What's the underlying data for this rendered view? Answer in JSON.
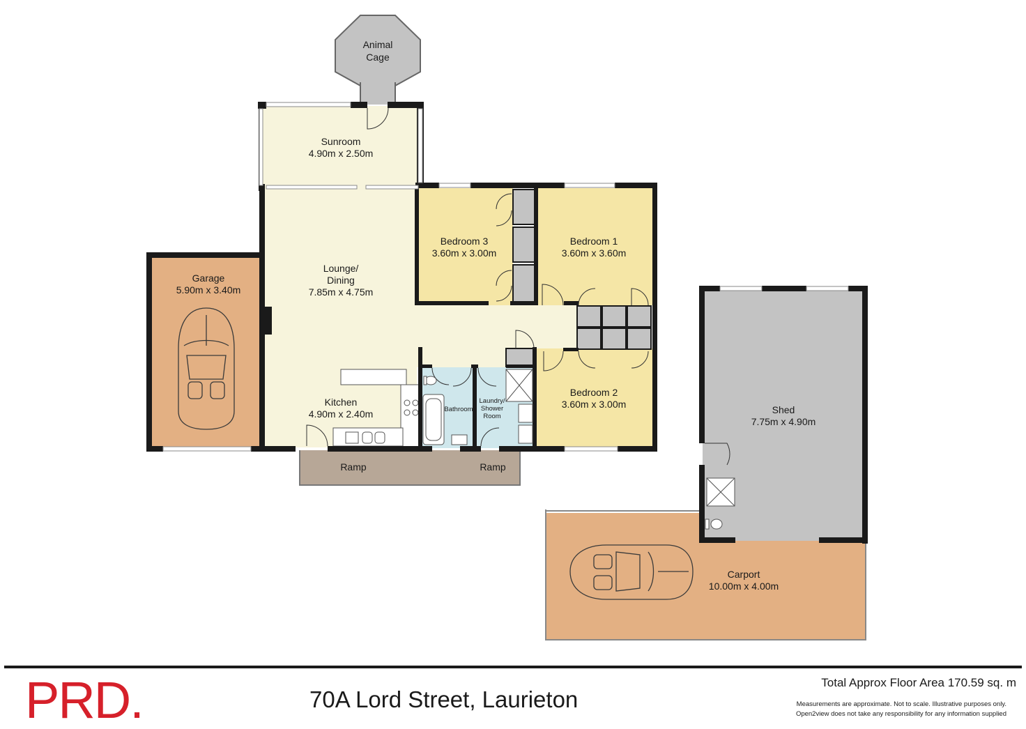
{
  "plan": {
    "rooms": {
      "animal_cage": {
        "name_line1": "Animal",
        "name_line2": "Cage"
      },
      "sunroom": {
        "name": "Sunroom",
        "size": "4.90m x 2.50m"
      },
      "lounge": {
        "name_line1": "Lounge/",
        "name_line2": "Dining",
        "size": "7.85m x 4.75m"
      },
      "garage": {
        "name": "Garage",
        "size": "5.90m x 3.40m"
      },
      "bedroom3": {
        "name": "Bedroom 3",
        "size": "3.60m x 3.00m"
      },
      "bedroom1": {
        "name": "Bedroom 1",
        "size": "3.60m x 3.60m"
      },
      "bedroom2": {
        "name": "Bedroom 2",
        "size": "3.60m x 3.00m"
      },
      "kitchen": {
        "name": "Kitchen",
        "size": "4.90m x 2.40m"
      },
      "bathroom": {
        "name": "Bathroom"
      },
      "laundry": {
        "name_line1": "Laundry/",
        "name_line2": "Shower",
        "name_line3": "Room"
      },
      "ramp_left": {
        "name": "Ramp"
      },
      "ramp_right": {
        "name": "Ramp"
      },
      "shed": {
        "name": "Shed",
        "size": "7.75m x 4.90m"
      },
      "carport": {
        "name": "Carport",
        "size": "10.00m x 4.00m"
      }
    },
    "colors": {
      "living": "#f7f4dc",
      "bedroom": "#f5e6a6",
      "garage": "#e3b083",
      "outdoor_grey": "#c3c3c3",
      "ramp": "#b7a797",
      "wet_area": "#cfe7ec",
      "wall": "#1a1a1a"
    }
  },
  "footer": {
    "brand": "PRD.",
    "address": "70A Lord Street, Laurieton",
    "total_area": "Total Approx Floor Area 170.59 sq. m",
    "disclaimer_line1": "Measurements are approximate. Not to scale. Illustrative purposes only.",
    "disclaimer_line2": "Open2view does not take any responsibility for any information supplied",
    "brand_color": "#d6202a"
  }
}
